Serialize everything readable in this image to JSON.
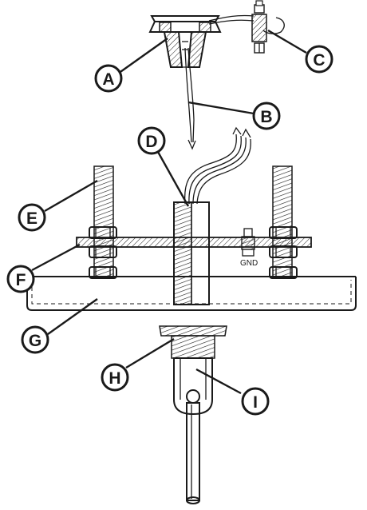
{
  "diagram": {
    "callouts": [
      {
        "id": "A",
        "label": "A"
      },
      {
        "id": "B",
        "label": "B"
      },
      {
        "id": "C",
        "label": "C"
      },
      {
        "id": "D",
        "label": "D"
      },
      {
        "id": "E",
        "label": "E"
      },
      {
        "id": "F",
        "label": "F"
      },
      {
        "id": "G",
        "label": "G"
      },
      {
        "id": "H",
        "label": "H"
      },
      {
        "id": "I",
        "label": "I"
      }
    ],
    "ground_label": "GND"
  }
}
